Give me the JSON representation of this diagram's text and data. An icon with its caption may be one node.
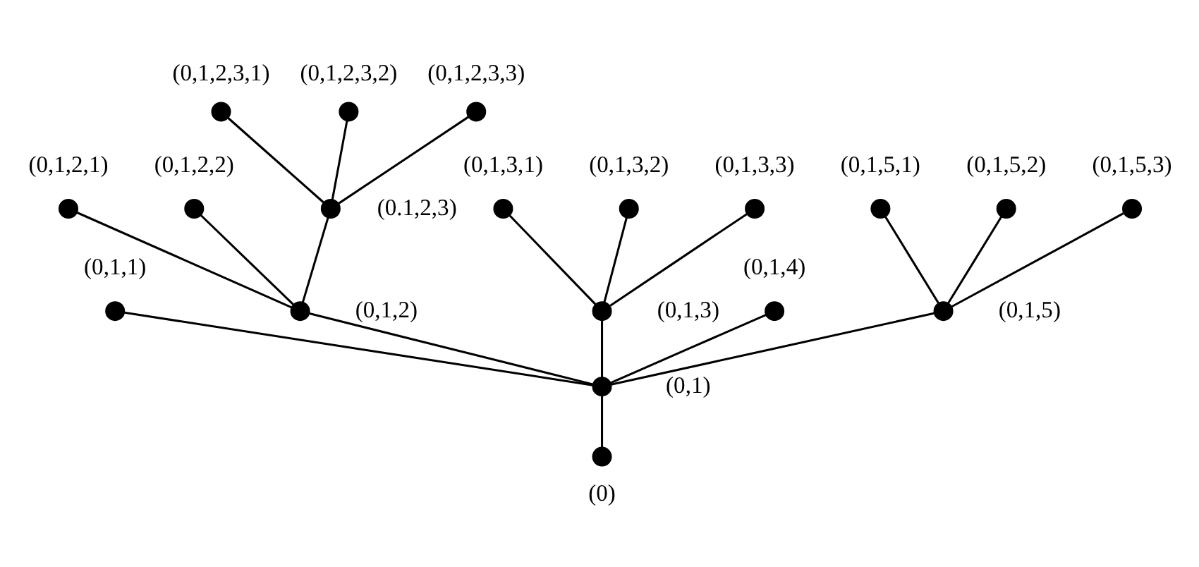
{
  "diagram": {
    "nodes": [
      {
        "text": [],
        "shape": "circle",
        "beside": [
          "(0,1,2,3,1)"
        ]
      },
      {
        "text": [],
        "shape": "circle",
        "beside": [
          "(0,1,2,3,2)"
        ]
      },
      {
        "text": [],
        "shape": "circle",
        "beside": [
          "(0,1,2,3,3)"
        ]
      },
      {
        "text": [],
        "shape": "circle",
        "beside": [
          "(0,1,2,1)"
        ]
      },
      {
        "text": [],
        "shape": "circle",
        "beside": [
          "(0,1,2,2)"
        ]
      },
      {
        "text": [],
        "shape": "circle",
        "beside": [
          "(0.1,2,3)"
        ]
      },
      {
        "text": [],
        "shape": "circle",
        "beside": [
          "(0,1,3,1)"
        ]
      },
      {
        "text": [],
        "shape": "circle",
        "beside": [
          "(0,1,3,2)"
        ]
      },
      {
        "text": [],
        "shape": "circle",
        "beside": [
          "(0,1,3,3)"
        ]
      },
      {
        "text": [],
        "shape": "circle",
        "beside": [
          "(0,1,5,1)"
        ]
      },
      {
        "text": [],
        "shape": "circle",
        "beside": [
          "(0,1,5,2)"
        ]
      },
      {
        "text": [],
        "shape": "circle",
        "beside": [
          "(0,1,5,3)"
        ]
      },
      {
        "text": [],
        "shape": "circle",
        "beside": [
          "(0,1,1)"
        ]
      },
      {
        "text": [],
        "shape": "circle",
        "beside": [
          "(0,1,2)"
        ]
      },
      {
        "text": [],
        "shape": "circle",
        "beside": [
          "(0,1,3)"
        ]
      },
      {
        "text": [],
        "shape": "circle",
        "beside": [
          "(0,1,4)"
        ]
      },
      {
        "text": [],
        "shape": "circle",
        "beside": [
          "(0,1,5)"
        ]
      },
      {
        "text": [],
        "shape": "circle",
        "beside": [
          "(0,1)"
        ]
      },
      {
        "text": [],
        "shape": "circle",
        "beside": [
          "(0)"
        ]
      }
    ],
    "edges": [
      {
        "from": 18,
        "to": 17,
        "arrow": "none"
      },
      {
        "from": 17,
        "to": 12,
        "arrow": "none"
      },
      {
        "from": 17,
        "to": 13,
        "arrow": "none"
      },
      {
        "from": 17,
        "to": 14,
        "arrow": "none"
      },
      {
        "from": 17,
        "to": 15,
        "arrow": "none"
      },
      {
        "from": 17,
        "to": 16,
        "arrow": "none"
      },
      {
        "from": 13,
        "to": 3,
        "arrow": "none"
      },
      {
        "from": 13,
        "to": 4,
        "arrow": "none"
      },
      {
        "from": 13,
        "to": 5,
        "arrow": "none"
      },
      {
        "from": 5,
        "to": 0,
        "arrow": "none"
      },
      {
        "from": 5,
        "to": 1,
        "arrow": "none"
      },
      {
        "from": 5,
        "to": 2,
        "arrow": "none"
      },
      {
        "from": 14,
        "to": 6,
        "arrow": "none"
      },
      {
        "from": 14,
        "to": 7,
        "arrow": "none"
      },
      {
        "from": 14,
        "to": 8,
        "arrow": "none"
      },
      {
        "from": 16,
        "to": 9,
        "arrow": "none"
      },
      {
        "from": 16,
        "to": 10,
        "arrow": "none"
      },
      {
        "from": 16,
        "to": 11,
        "arrow": "none"
      }
    ]
  }
}
